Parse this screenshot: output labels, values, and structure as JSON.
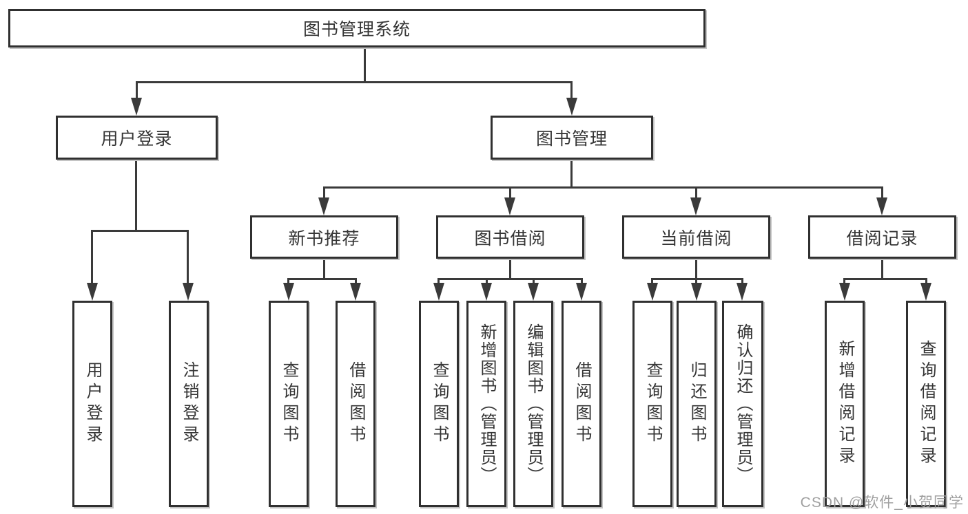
{
  "diagram": {
    "root": {
      "label": "图书管理系统"
    },
    "level2": [
      {
        "label": "用户登录"
      },
      {
        "label": "图书管理"
      }
    ],
    "level3": [
      {
        "label": "新书推荐",
        "parent": "图书管理"
      },
      {
        "label": "图书借阅",
        "parent": "图书管理"
      },
      {
        "label": "当前借阅",
        "parent": "图书管理"
      },
      {
        "label": "借阅记录",
        "parent": "图书管理"
      }
    ],
    "leaves": [
      {
        "label": "用户登录",
        "parent": "用户登录"
      },
      {
        "label": "注销登录",
        "parent": "用户登录"
      },
      {
        "label": "查询图书",
        "parent": "新书推荐"
      },
      {
        "label": "借阅图书",
        "parent": "新书推荐"
      },
      {
        "label": "查询图书",
        "parent": "图书借阅"
      },
      {
        "label": "新增图书（管理员）",
        "parent": "图书借阅"
      },
      {
        "label": "编辑图书（管理员）",
        "parent": "图书借阅"
      },
      {
        "label": "借阅图书",
        "parent": "图书借阅"
      },
      {
        "label": "查询图书",
        "parent": "当前借阅"
      },
      {
        "label": "归还图书",
        "parent": "当前借阅"
      },
      {
        "label": "确认归还（管理员）",
        "parent": "当前借阅"
      },
      {
        "label": "新增借阅记录",
        "parent": "借阅记录"
      },
      {
        "label": "查询借阅记录",
        "parent": "借阅记录"
      }
    ]
  },
  "watermark": {
    "text": "CSDN @软件_小贺同学"
  },
  "colors": {
    "line": "#3a3a3a",
    "border": "#303030",
    "ink": "#353535",
    "boxfill": "#ffffff",
    "bg": "#ffffff",
    "wm": "#a0a0a0"
  }
}
